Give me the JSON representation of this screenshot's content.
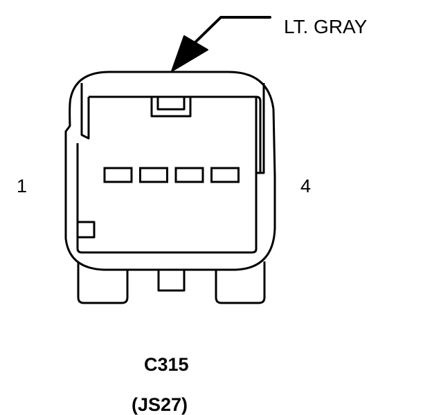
{
  "connector": {
    "color_label": "LT. GRAY",
    "pin_left": "1",
    "pin_right": "4",
    "id": "C315",
    "code": "(JS27)",
    "pin_count": 4
  },
  "colors": {
    "line": "#000000",
    "background": "#ffffff"
  }
}
